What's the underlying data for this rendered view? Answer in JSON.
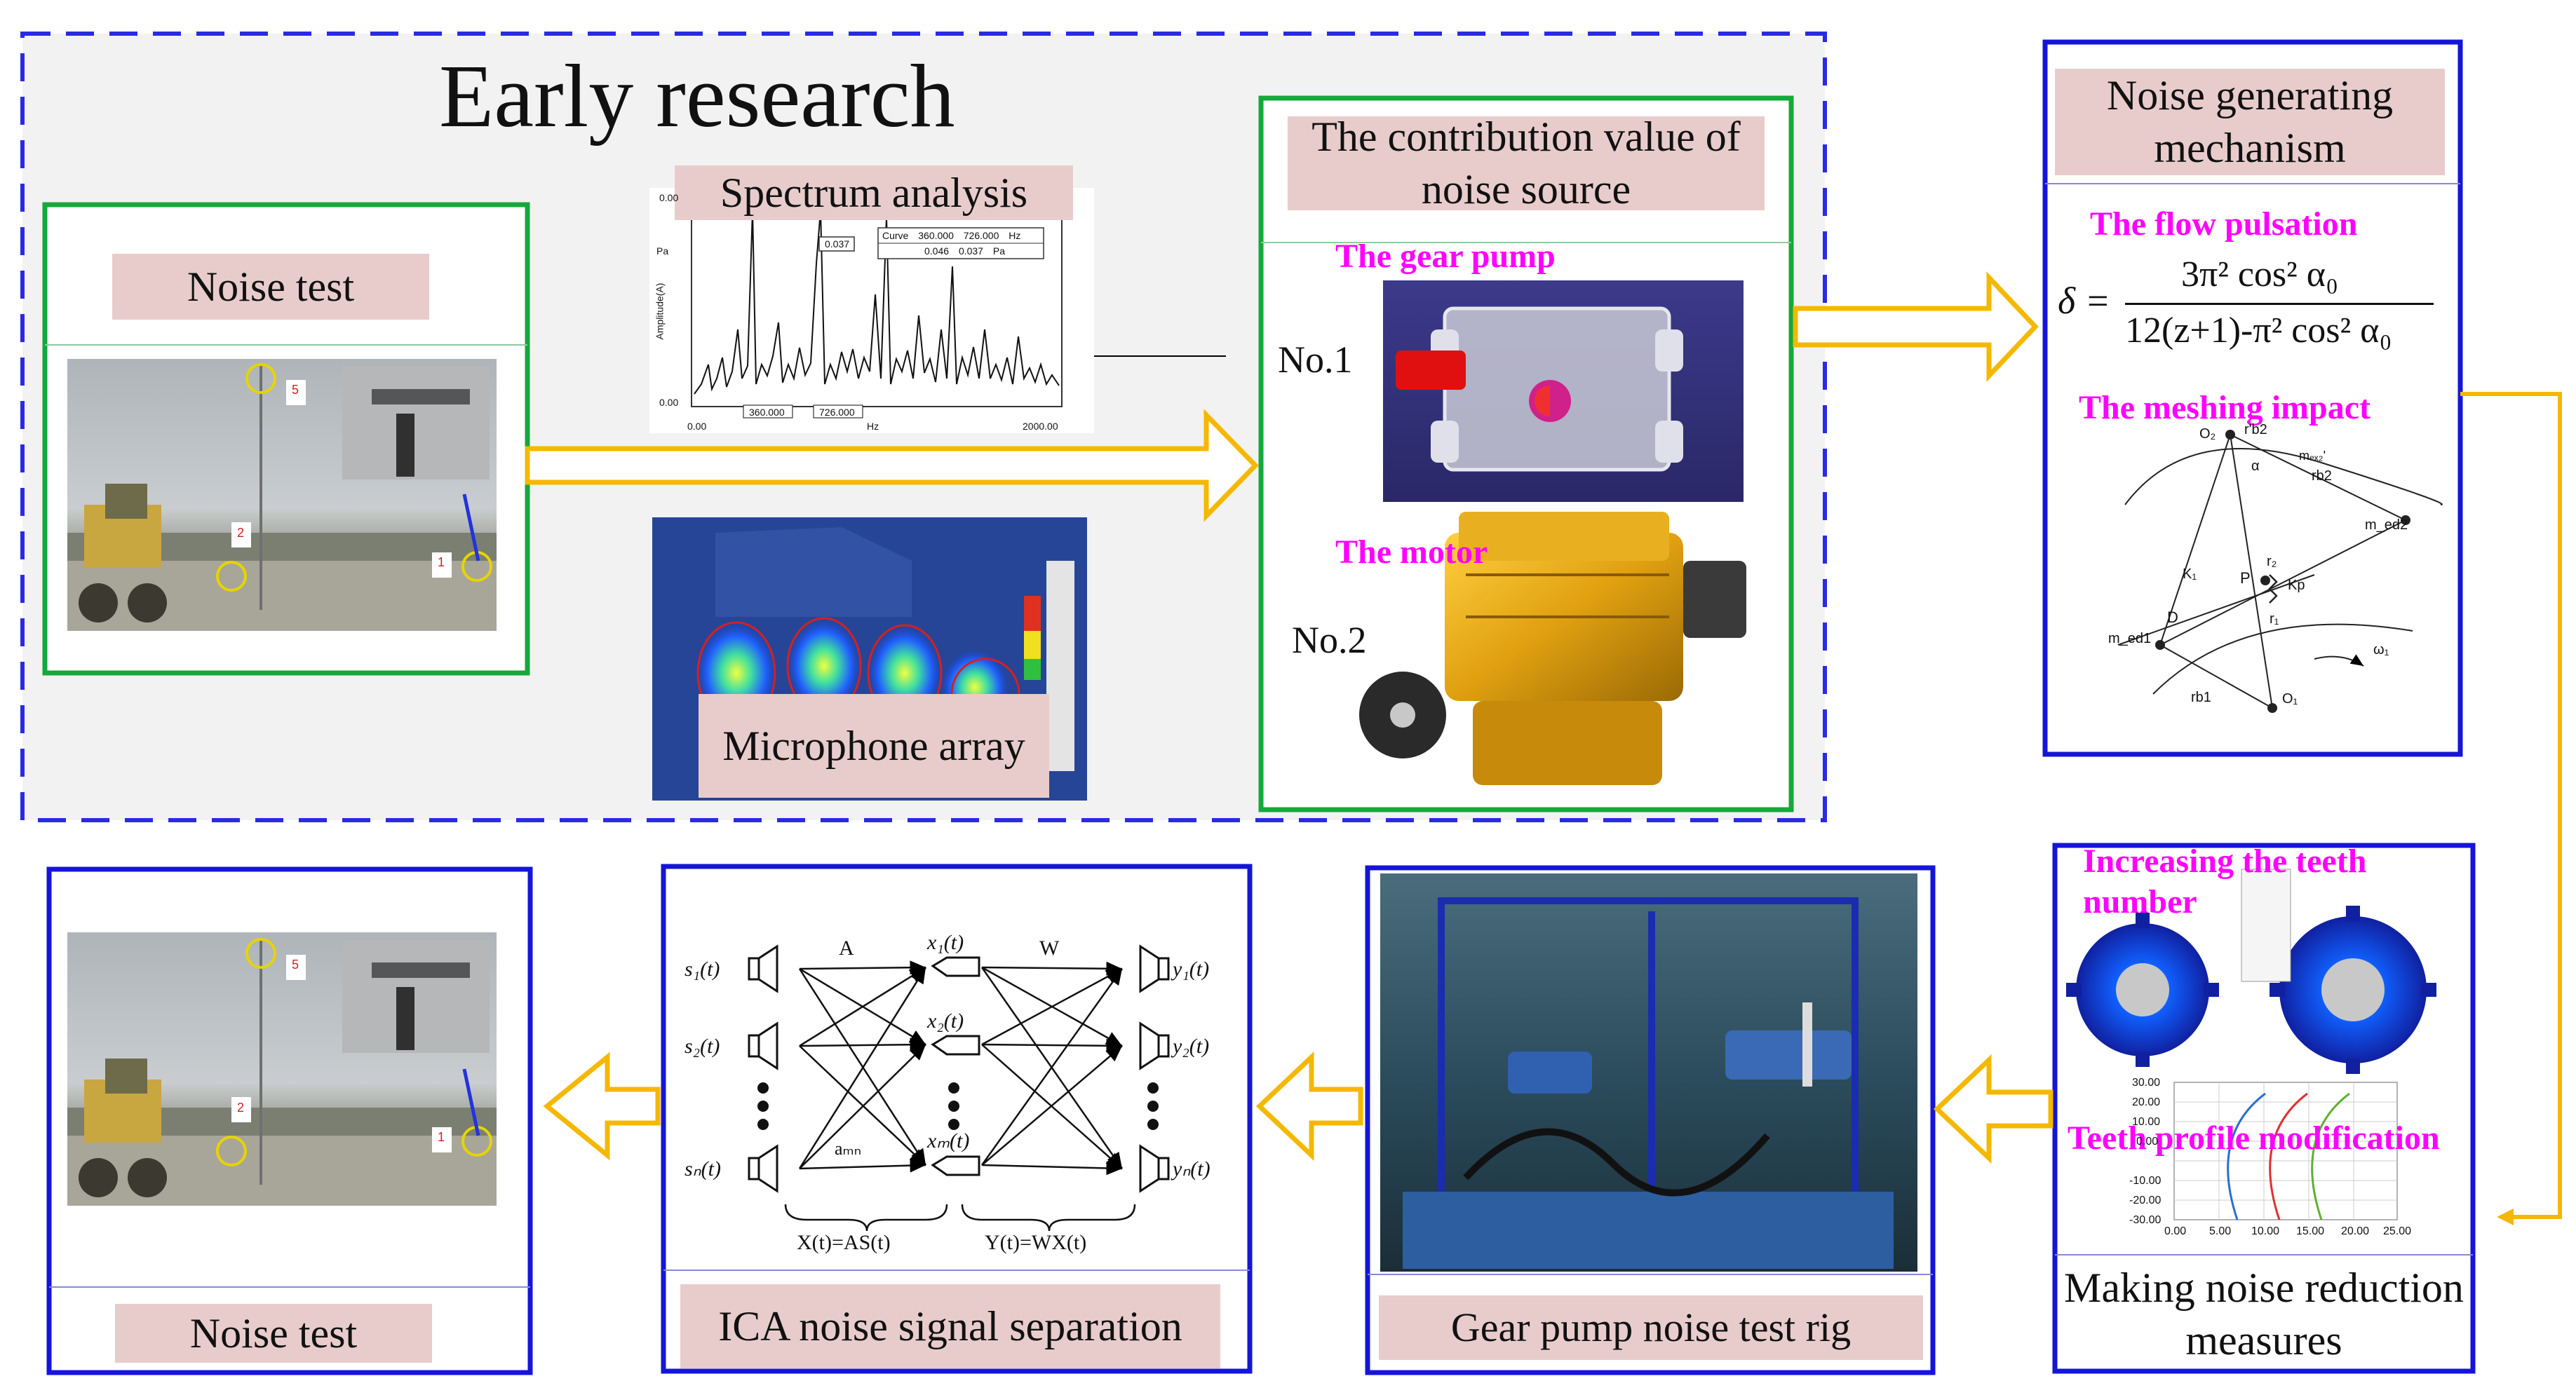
{
  "early_research": {
    "title": "Early research",
    "noise_test_label": "Noise test",
    "spectrum_label": "Spectrum analysis",
    "microphone_label": "Microphone array",
    "contribution_label": "The contribution value of noise source",
    "gear_pump_label": "The gear pump",
    "motor_label": "The motor",
    "no1": "No.1",
    "no2": "No.2"
  },
  "spectrum_plot": {
    "y_axis_label": "Amplitude(A)",
    "y_unit": "Pa",
    "x_unit": "Hz",
    "x_ticks": [
      "0.00",
      "2000.00"
    ],
    "y_ticks": [
      "0.00",
      "0.00"
    ],
    "marker1": "360.000",
    "marker2": "726.000",
    "peak_label": "0.037",
    "legend": {
      "row1": [
        "Curve",
        "360.000",
        "726.000",
        "Hz"
      ],
      "row2": [
        "",
        "0.046",
        "0.037",
        "Pa"
      ]
    }
  },
  "mechanism": {
    "title": "Noise generating mechanism",
    "flow_label": "The flow pulsation",
    "meshing_label": "The meshing impact",
    "formula": {
      "lhs": "δ =",
      "numerator": "3π² cos² α₀",
      "denominator": "12(z+1)-π² cos² α₀"
    },
    "diagram_labels": [
      "O₂",
      "r'b2",
      "mₑₓ₂'",
      "α",
      "rb2",
      "m_ed2",
      "r₂",
      "K₁",
      "P",
      "Kp",
      "D",
      "r₁",
      "m_ed1",
      "ω₁",
      "rb1",
      "O₁"
    ]
  },
  "measures": {
    "teeth_label": "Increasing the teeth number",
    "profile_label": "Teeth profile modification",
    "title": "Making noise reduction measures",
    "plot_y_ticks": [
      "30.00",
      "20.00",
      "10.00",
      "0.00",
      "-10.00",
      "-20.00",
      "-30.00"
    ],
    "plot_x_ticks": [
      "0.00",
      "5.00",
      "10.00",
      "15.00",
      "20.00",
      "25.00"
    ]
  },
  "test_rig": {
    "title": "Gear pump noise test rig"
  },
  "ica": {
    "title": "ICA noise signal separation",
    "A": "A",
    "W": "W",
    "sources": [
      "s₁(t)",
      "s₂(t)",
      "sₙ(t)"
    ],
    "mixtures": [
      "x₁(t)",
      "x₂(t)",
      "xₘ(t)"
    ],
    "outputs": [
      "y₁(t)",
      "y₂(t)",
      "yₙ(t)"
    ],
    "amn": "aₘₙ",
    "eq1": "X(t)=AS(t)",
    "eq2": "Y(t)=WX(t)"
  },
  "final": {
    "noise_test_label": "Noise test"
  },
  "photo_markers": [
    "5",
    "2",
    "1"
  ],
  "colors": {
    "blue": "#1515d8",
    "green": "#15a83a",
    "orange": "#f5b800",
    "pink": "#e8cccc",
    "magenta": "#ff00ff",
    "dash_blue": "#2a2ae6"
  }
}
